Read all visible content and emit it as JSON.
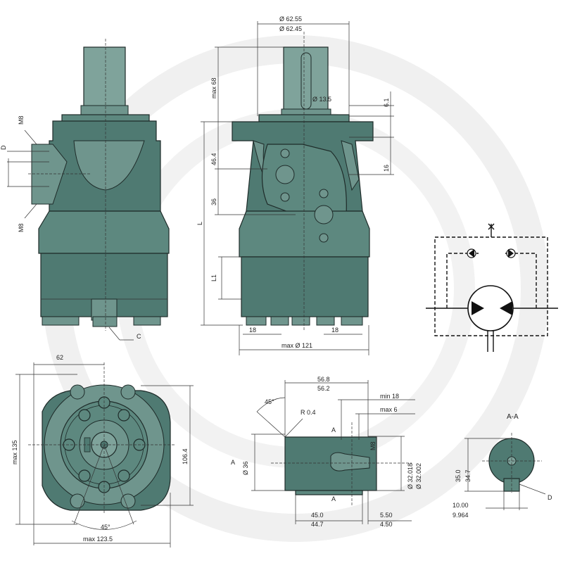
{
  "views": {
    "front_left": {
      "labels": {
        "m8_top": "M8",
        "d": "D",
        "m8_bottom": "M8",
        "c": "C"
      }
    },
    "side": {
      "labels": {
        "dia_top_a": "Ø 62.55",
        "dia_top_b": "Ø 62.45",
        "max68": "max 68",
        "d135": "Ø 13.5",
        "d61": "6.1",
        "d16": "16",
        "d464": "46.4",
        "d36": "36",
        "l": "L",
        "l1": "L1",
        "d18a": "18",
        "d18b": "18",
        "max121": "max Ø 121"
      }
    },
    "bottom_left": {
      "labels": {
        "d62": "62",
        "max135": "max 135",
        "d1064": "106.4",
        "a45": "45°",
        "max1235": "max 123.5"
      }
    },
    "shaft_detail": {
      "labels": {
        "d568": "56.8",
        "d562": "56.2",
        "a45": "45°",
        "r04": "R 0.4",
        "min18": "min 18",
        "max6": "max 6",
        "a_top": "A",
        "a_left": "A",
        "a_bottom": "A",
        "m8": "M8",
        "d36": "Ø 36",
        "d32018": "Ø 32.018",
        "d32002": "Ø 32.002",
        "d450": "45.0",
        "d447": "44.7",
        "d550": "5.50",
        "d450b": "4.50"
      }
    },
    "section_aa": {
      "labels": {
        "title": "A-A",
        "d350": "35.0",
        "d347": "34.7",
        "d1000": "10.00",
        "d9964": "9.964",
        "d": "D"
      }
    }
  },
  "colors": {
    "body": "#4f7a72",
    "shaft": "#7fa39b",
    "watermark": "#eeeeee"
  }
}
